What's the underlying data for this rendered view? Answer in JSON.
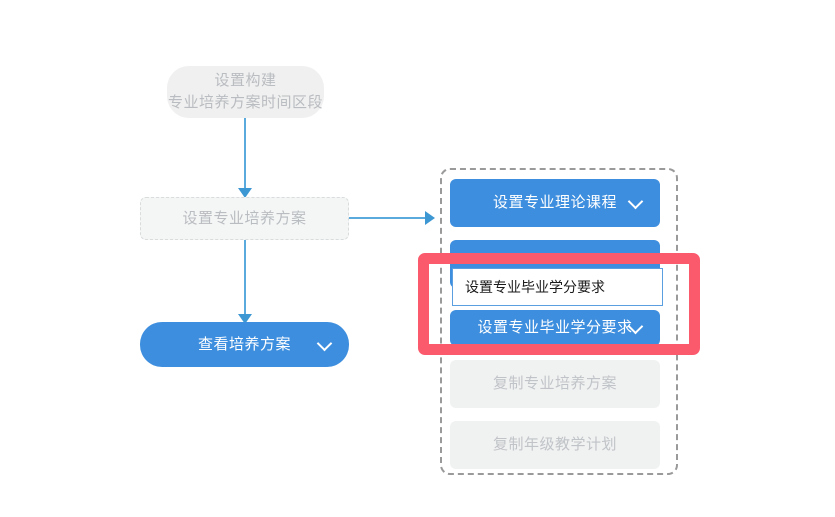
{
  "page": {
    "background_color": "#ffffff",
    "accent_blue": "#3d8ede",
    "connector_blue": "#5aaadd",
    "highlight_red": "#fb5a6c",
    "disabled_gray": "#f0f1f1",
    "disabled_text": "#c0c4c8"
  },
  "flow": {
    "left_column": [
      {
        "id": "set-build-period",
        "label": "设置构建\n专业培养方案时间区段",
        "state": "disabled",
        "style": "ghost-pill"
      },
      {
        "id": "set-major-plan",
        "label": "设置专业培养方案",
        "state": "disabled",
        "style": "dashed-box"
      },
      {
        "id": "view-plan",
        "label": "查看培养方案",
        "state": "enabled",
        "style": "blue-pill",
        "icon": "chevron-down-icon"
      }
    ],
    "right_group": [
      {
        "id": "set-theory-course",
        "label": "设置专业理论课程",
        "state": "enabled",
        "style": "blue-button",
        "icon": "chevron-down-icon"
      },
      {
        "id": "set-practice-course",
        "label": "",
        "state": "enabled",
        "style": "blue-button",
        "icon": ""
      },
      {
        "id": "set-graduation-credit",
        "label": "设置专业毕业学分要求",
        "state": "enabled",
        "style": "blue-button",
        "icon": "chevron-down-icon"
      },
      {
        "id": "copy-major-plan",
        "label": "复制专业培养方案",
        "state": "disabled",
        "style": "gray-button"
      },
      {
        "id": "copy-grade-teaching-plan",
        "label": "复制年级教学计划",
        "state": "disabled",
        "style": "gray-button"
      }
    ]
  },
  "tooltip": {
    "text": "设置专业毕业学分要求"
  },
  "annotation": {
    "type": "red-highlight-rectangle",
    "color": "#fb5a6c"
  },
  "connectors": [
    {
      "id": "conn-period-to-plan",
      "from": "set-build-period",
      "to": "set-major-plan",
      "direction": "down"
    },
    {
      "id": "conn-plan-to-view",
      "from": "set-major-plan",
      "to": "view-plan",
      "direction": "down"
    },
    {
      "id": "conn-plan-to-group",
      "from": "set-major-plan",
      "to": "right-group-panel",
      "direction": "right"
    }
  ]
}
